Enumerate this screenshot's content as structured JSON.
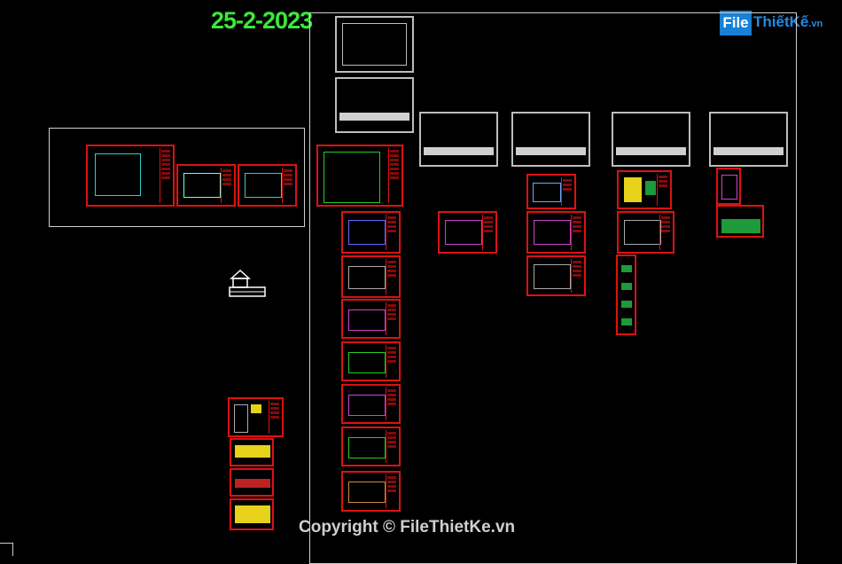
{
  "canvas": {
    "date_label": "25-2-2023",
    "watermark": "Copyright © FileThietKe.vn",
    "logo": {
      "box_text": "File",
      "brand_text": "ThiếtKế",
      "suffix": ".vn"
    }
  },
  "colors": {
    "background": "#000000",
    "date_green": "#3be83b",
    "sheet_border_red": "#dd1111",
    "frame_gray": "#cfcfcf",
    "logo_blue": "#1680d6"
  },
  "icons": [
    "house-icon",
    "ucs-icon"
  ]
}
